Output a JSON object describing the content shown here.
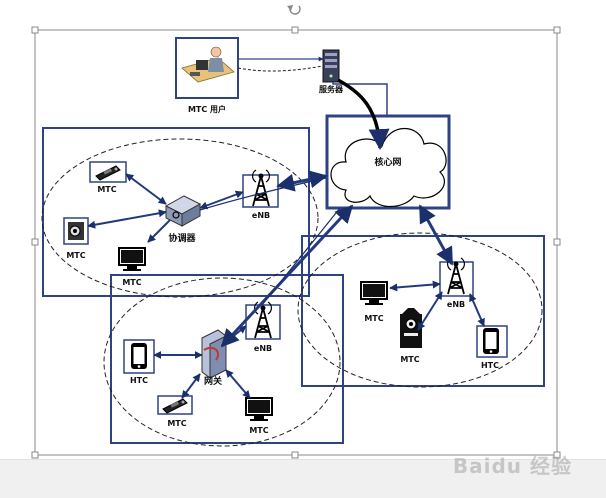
{
  "colors": {
    "frame": "#2e4383",
    "arrow": "#233a7e",
    "accent": "#c0392b"
  },
  "labels": {
    "mtc_user": "MTC 用户",
    "server": "服务器",
    "core_network": "核心网",
    "coordinator": "协调器",
    "gateway": "网关",
    "enb": "eNB",
    "mtc": "MTC",
    "htc": "HTC"
  },
  "watermark": "Baidu 经验",
  "icons": [
    "user-workstation-icon",
    "server-icon",
    "cloud-icon",
    "antenna-tower-icon",
    "phone-icon",
    "monitor-icon",
    "camera-icon",
    "router-icon",
    "gateway-icon",
    "alarm-icon",
    "handset-icon",
    "rotate-handle-icon"
  ]
}
